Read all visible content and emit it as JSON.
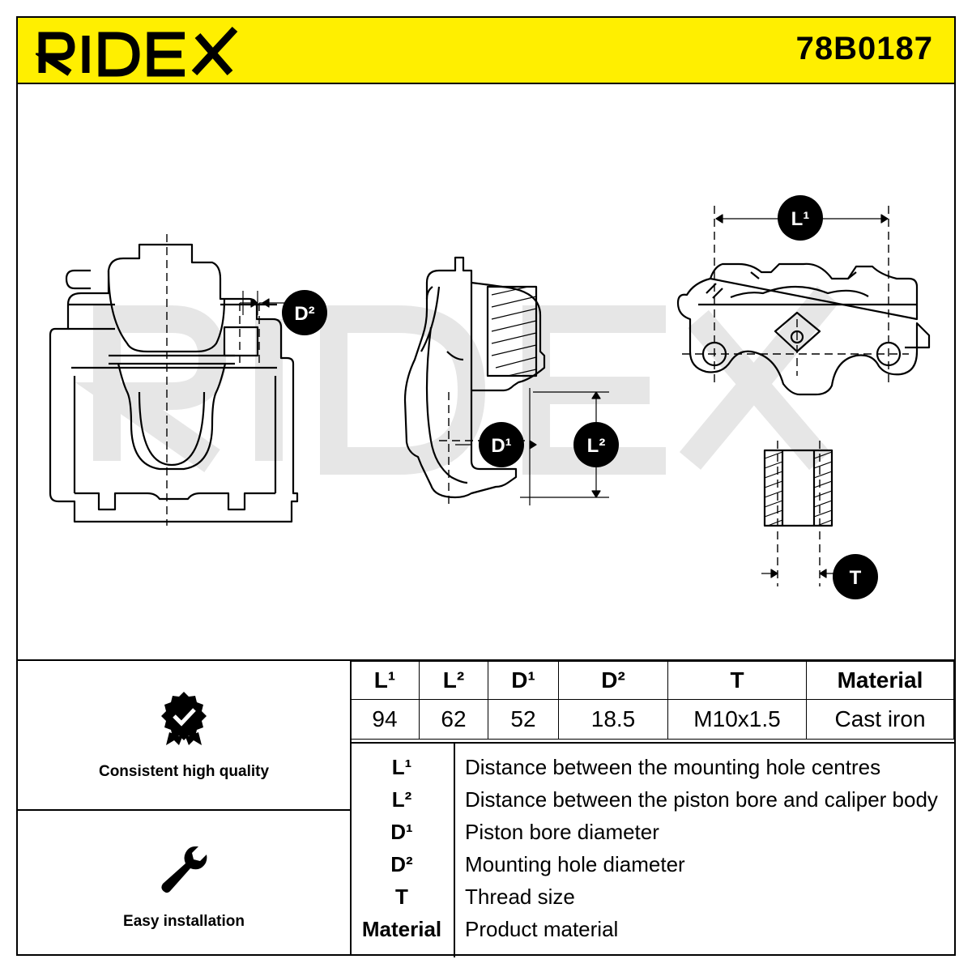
{
  "header": {
    "brand": "RIDEX",
    "part_number": "78B0187",
    "background_color": "#ffef00"
  },
  "watermark": "RIDEX",
  "drawing": {
    "badges": {
      "l1": "L¹",
      "l2": "L²",
      "d1": "D¹",
      "d2": "D²",
      "t": "T"
    },
    "badge_color": "#000000"
  },
  "features": [
    {
      "icon": "quality-badge-icon",
      "label": "Consistent high quality"
    },
    {
      "icon": "wrench-icon",
      "label": "Easy installation"
    }
  ],
  "spec_table": {
    "headers": [
      "L¹",
      "L²",
      "D¹",
      "D²",
      "T",
      "Material"
    ],
    "values": [
      "94",
      "62",
      "52",
      "18.5",
      "M10x1.5",
      "Cast iron"
    ]
  },
  "legend": [
    {
      "key": "L¹",
      "description": "Distance between the mounting hole centres"
    },
    {
      "key": "L²",
      "description": "Distance between the piston bore and caliper body"
    },
    {
      "key": "D¹",
      "description": "Piston bore diameter"
    },
    {
      "key": "D²",
      "description": "Mounting hole diameter"
    },
    {
      "key": "T",
      "description": "Thread size"
    },
    {
      "key": "Material",
      "description": "Product material"
    }
  ]
}
